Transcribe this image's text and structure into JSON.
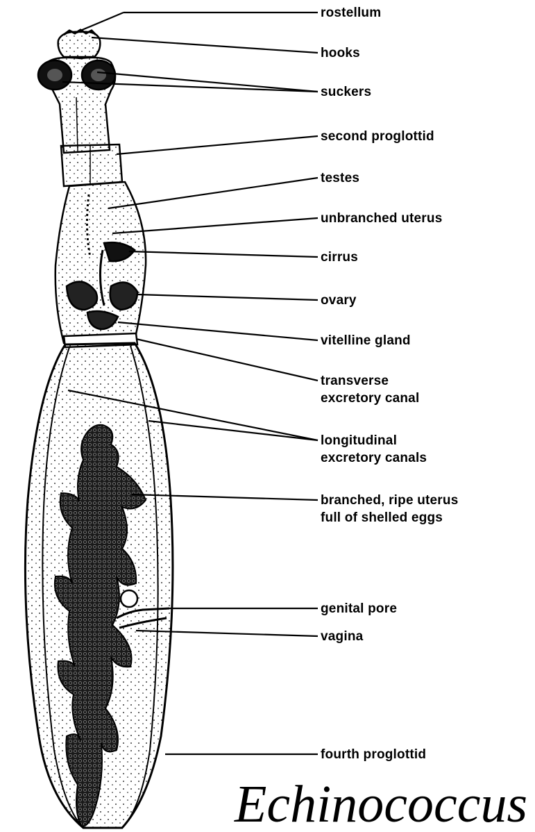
{
  "labels": {
    "rostellum": "rostellum",
    "hooks": "hooks",
    "suckers": "suckers",
    "second_proglottid": "second proglottid",
    "testes": "testes",
    "unbranched_uterus": "unbranched uterus",
    "cirrus": "cirrus",
    "ovary": "ovary",
    "vitelline_gland": "vitelline gland",
    "transverse_canal_line1": "transverse",
    "transverse_canal_line2": "excretory canal",
    "longitudinal_canals_line1": "longitudinal",
    "longitudinal_canals_line2": "excretory canals",
    "ripe_uterus_line1": "branched, ripe uterus",
    "ripe_uterus_line2": "full of shelled eggs",
    "genital_pore": "genital pore",
    "vagina": "vagina",
    "fourth_proglottid": "fourth proglottid"
  },
  "caption": "Echinococcus",
  "colors": {
    "ink": "#000000",
    "paper": "#ffffff"
  }
}
